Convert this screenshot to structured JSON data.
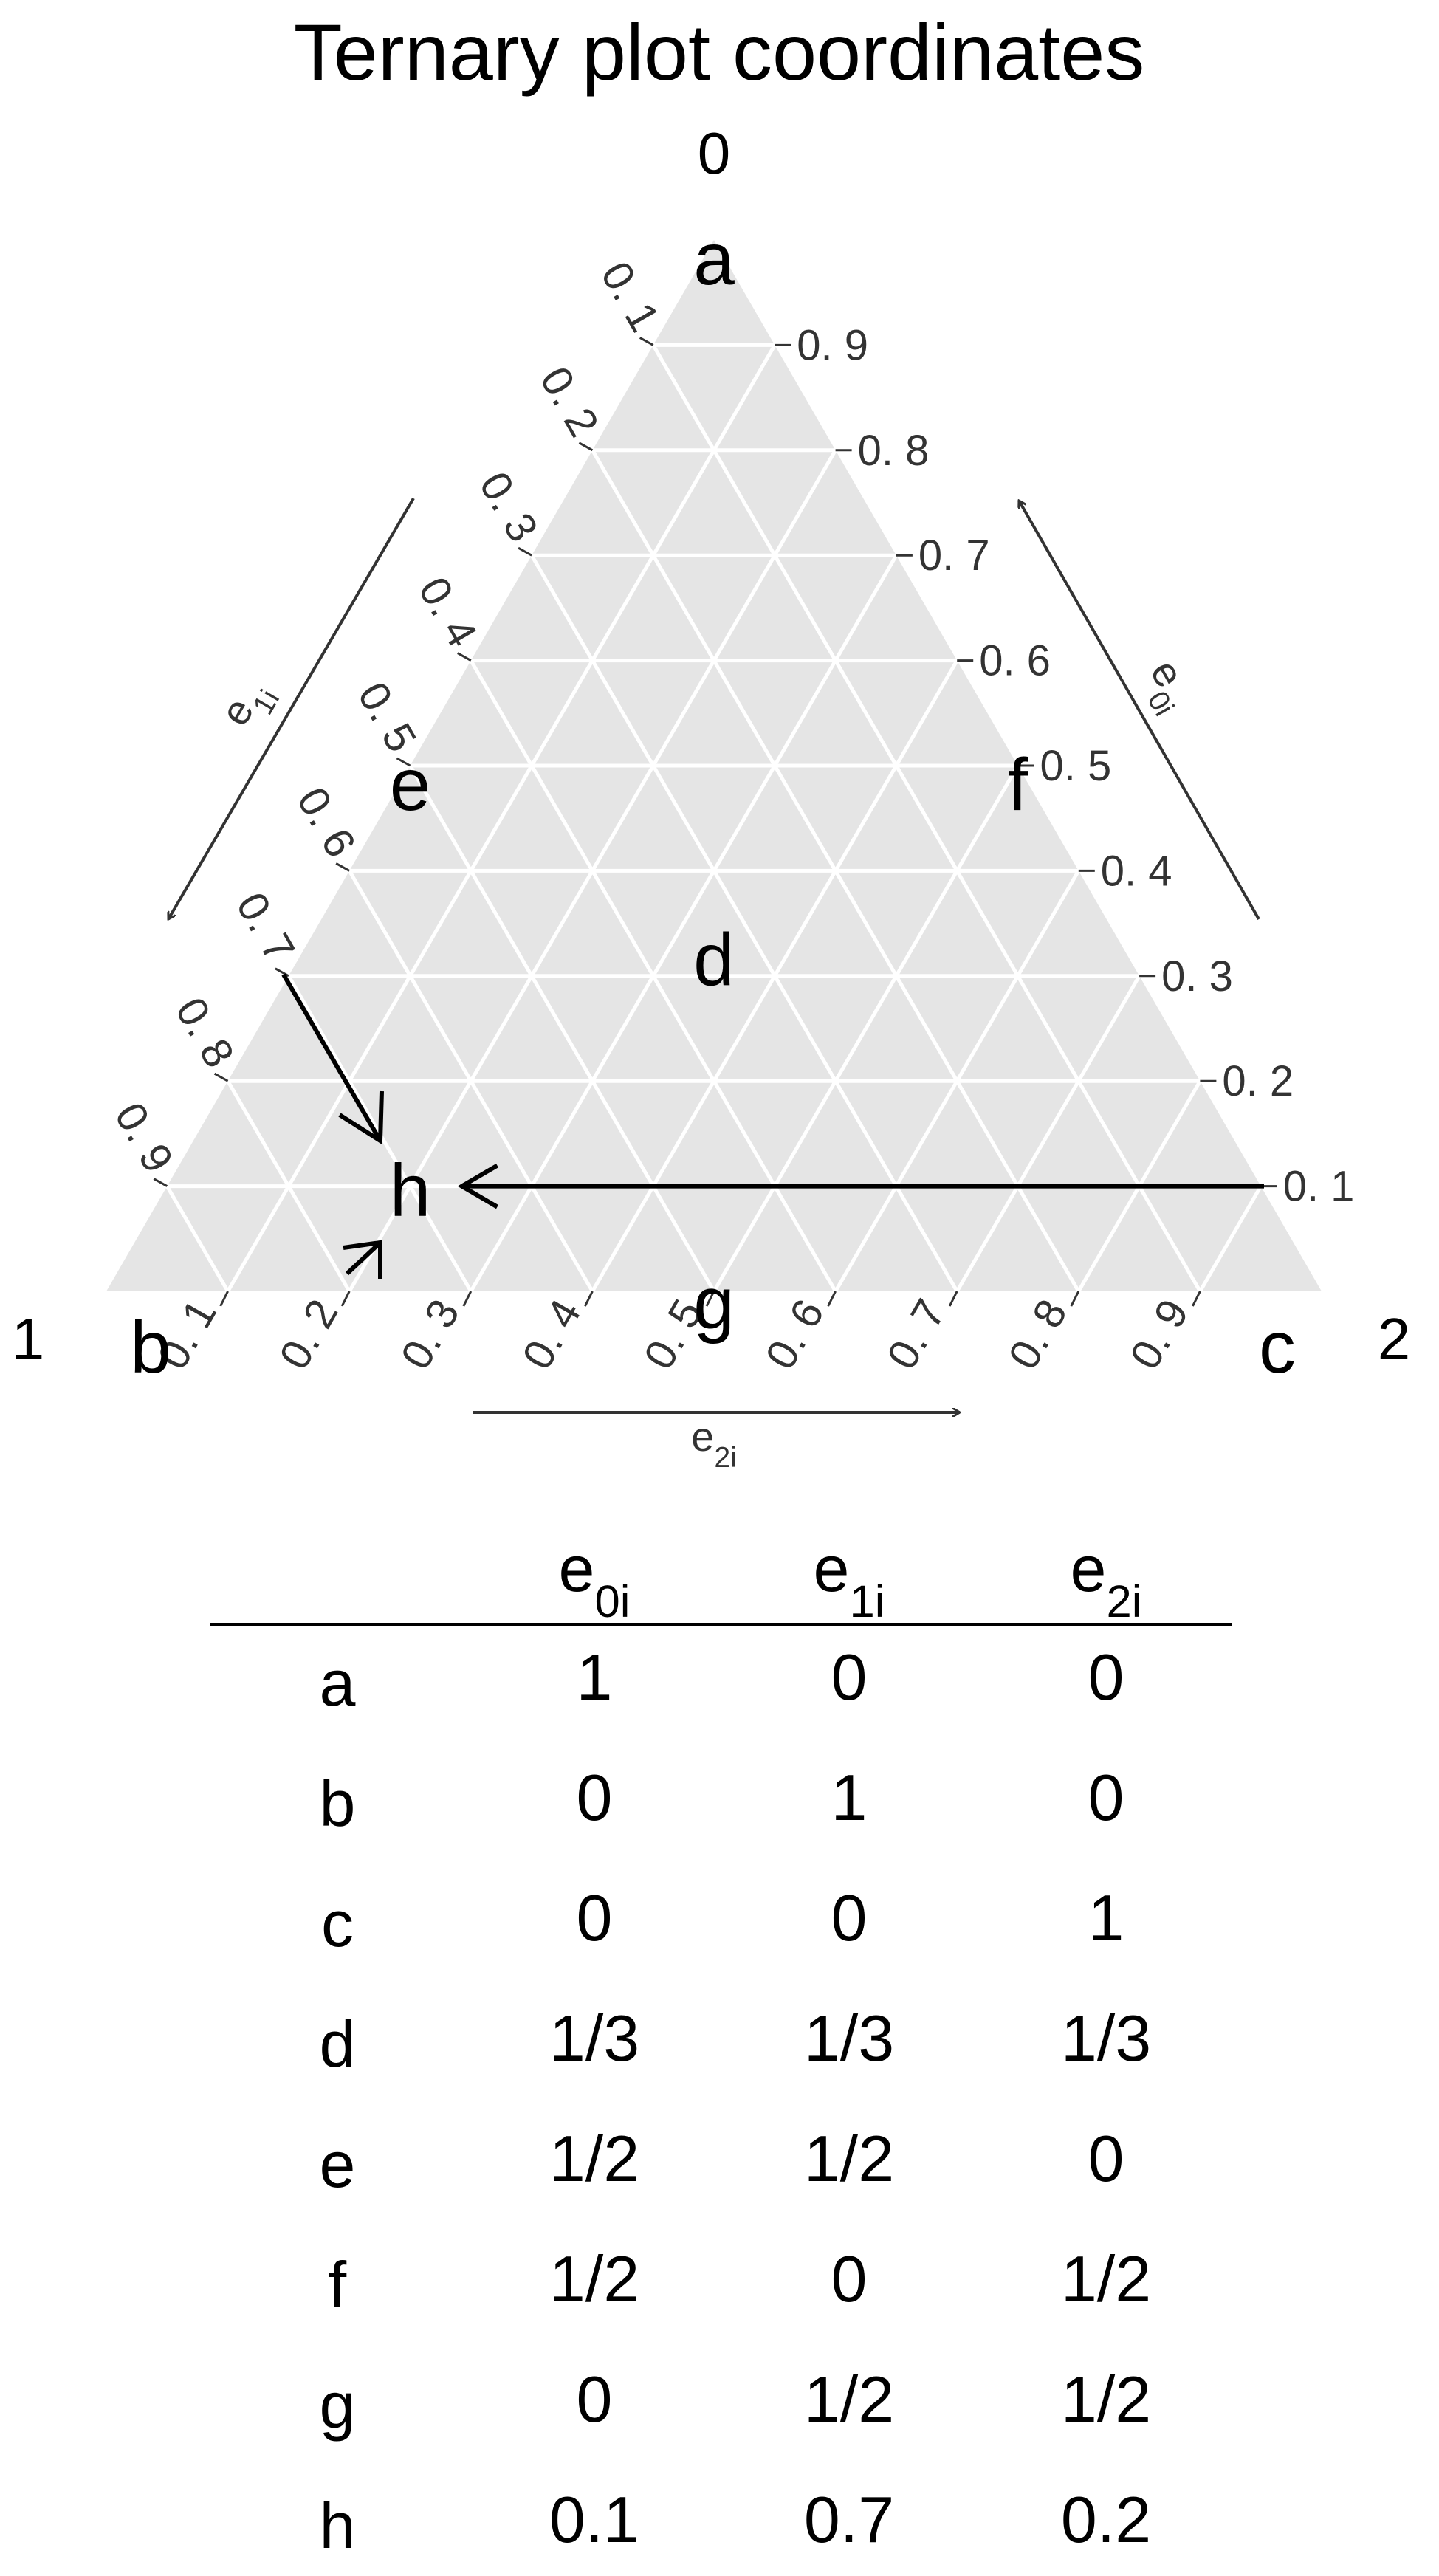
{
  "chart_data": {
    "type": "scatter",
    "title": "Ternary plot coordinates",
    "corner_labels": [
      "0",
      "1",
      "2"
    ],
    "axis_labels": {
      "e0": {
        "base": "e",
        "sub": "0i"
      },
      "e1": {
        "base": "e",
        "sub": "1i"
      },
      "e2": {
        "base": "e",
        "sub": "2i"
      }
    },
    "ticks": [
      0.1,
      0.2,
      0.3,
      0.4,
      0.5,
      0.6,
      0.7,
      0.8,
      0.9
    ],
    "tick_labels": [
      "0. 1",
      "0. 2",
      "0. 3",
      "0. 4",
      "0. 5",
      "0. 6",
      "0. 7",
      "0. 8",
      "0. 9"
    ],
    "grid": true,
    "background_color": "#e5e5e5",
    "grid_color": "#ffffff",
    "points": [
      {
        "name": "a",
        "e0": 1,
        "e1": 0,
        "e2": 0
      },
      {
        "name": "b",
        "e0": 0,
        "e1": 1,
        "e2": 0
      },
      {
        "name": "c",
        "e0": 0,
        "e1": 0,
        "e2": 1
      },
      {
        "name": "d",
        "e0": 0.3333,
        "e1": 0.3333,
        "e2": 0.3333
      },
      {
        "name": "e",
        "e0": 0.5,
        "e1": 0.5,
        "e2": 0
      },
      {
        "name": "f",
        "e0": 0.5,
        "e1": 0,
        "e2": 0.5
      },
      {
        "name": "g",
        "e0": 0,
        "e1": 0.5,
        "e2": 0.5
      },
      {
        "name": "h",
        "e0": 0.1,
        "e1": 0.7,
        "e2": 0.2
      }
    ]
  },
  "table": {
    "columns": [
      {
        "base": "e",
        "sub": "0i"
      },
      {
        "base": "e",
        "sub": "1i"
      },
      {
        "base": "e",
        "sub": "2i"
      }
    ],
    "rows": [
      {
        "label": "a",
        "values": [
          "1",
          "0",
          "0"
        ]
      },
      {
        "label": "b",
        "values": [
          "0",
          "1",
          "0"
        ]
      },
      {
        "label": "c",
        "values": [
          "0",
          "0",
          "1"
        ]
      },
      {
        "label": "d",
        "values": [
          "1/3",
          "1/3",
          "1/3"
        ]
      },
      {
        "label": "e",
        "values": [
          "1/2",
          "1/2",
          "0"
        ]
      },
      {
        "label": "f",
        "values": [
          "1/2",
          "0",
          "1/2"
        ]
      },
      {
        "label": "g",
        "values": [
          "0",
          "1/2",
          "1/2"
        ]
      },
      {
        "label": "h",
        "values": [
          "0.1",
          "0.7",
          "0.2"
        ]
      }
    ]
  }
}
